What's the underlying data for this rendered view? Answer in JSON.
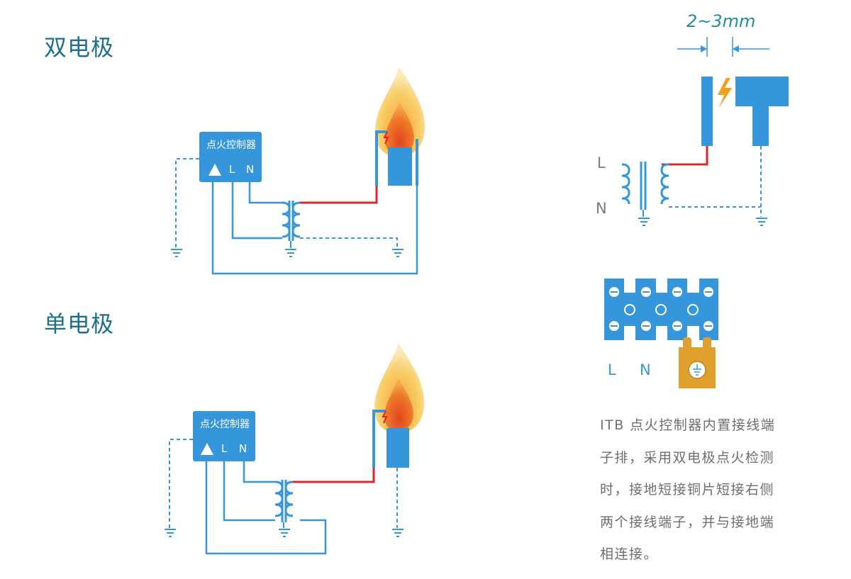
{
  "sections": {
    "double_title": "双电极",
    "single_title": "单电极"
  },
  "controller": {
    "label": "点火控制器",
    "l": "L",
    "n": "N"
  },
  "gap": {
    "label": "2~3mm",
    "l_side": "L",
    "n_side": "N"
  },
  "terminal_block": {
    "l": "L",
    "n": "N"
  },
  "description": "ITB 点火控制器内置接线端子排，采用双电极点火检测时，接地短接铜片短接右侧两个接线端子，并与接地端相连接。",
  "colors": {
    "wire_blue": "#3596db",
    "wire_red": "#e0232a",
    "copper": "#e0a12c",
    "text_teal": "#1d6f8e"
  }
}
